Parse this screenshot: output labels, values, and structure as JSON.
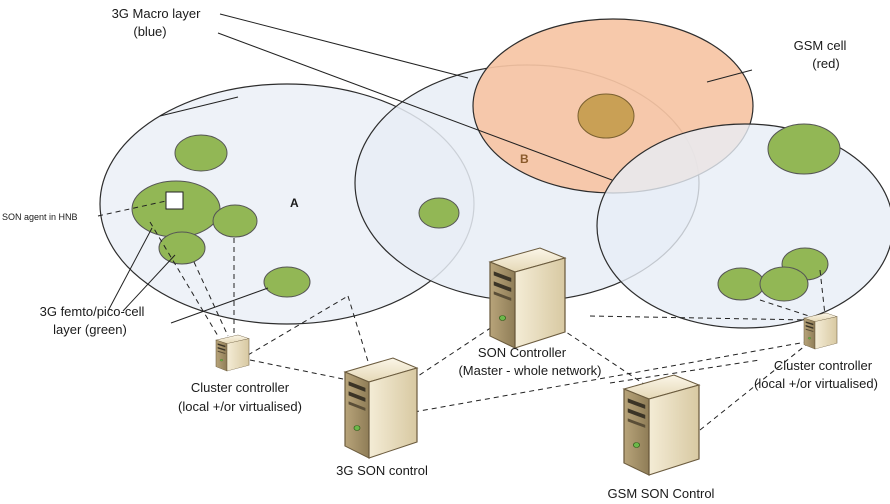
{
  "labels": {
    "macro_layer_line1": "3G Macro layer",
    "macro_layer_line2": "(blue)",
    "gsm_cell_line1": "GSM cell",
    "gsm_cell_line2": "(red)",
    "son_agent": "SON agent in HNB",
    "femto_line1": "3G femto/pico-cell",
    "femto_line2": "layer (green)",
    "area_a": "A",
    "area_b": "B",
    "son_controller_line1": "SON Controller",
    "son_controller_line2": "(Master - whole network)",
    "cluster_left_line1": "Cluster controller",
    "cluster_left_line2": "(local +/or virtualised)",
    "cluster_right_line1": "Cluster controller",
    "cluster_right_line2": "(local +/or virtualised)",
    "son_3g": "3G SON control",
    "son_gsm": "GSM SON Control"
  },
  "colors": {
    "macro_fill": "#eef2f8",
    "gsm_fill": "#f6c4a4",
    "gsm_core": "#c9a055",
    "femto_fill": "#92b755",
    "server_body": "#e8dcc0"
  }
}
